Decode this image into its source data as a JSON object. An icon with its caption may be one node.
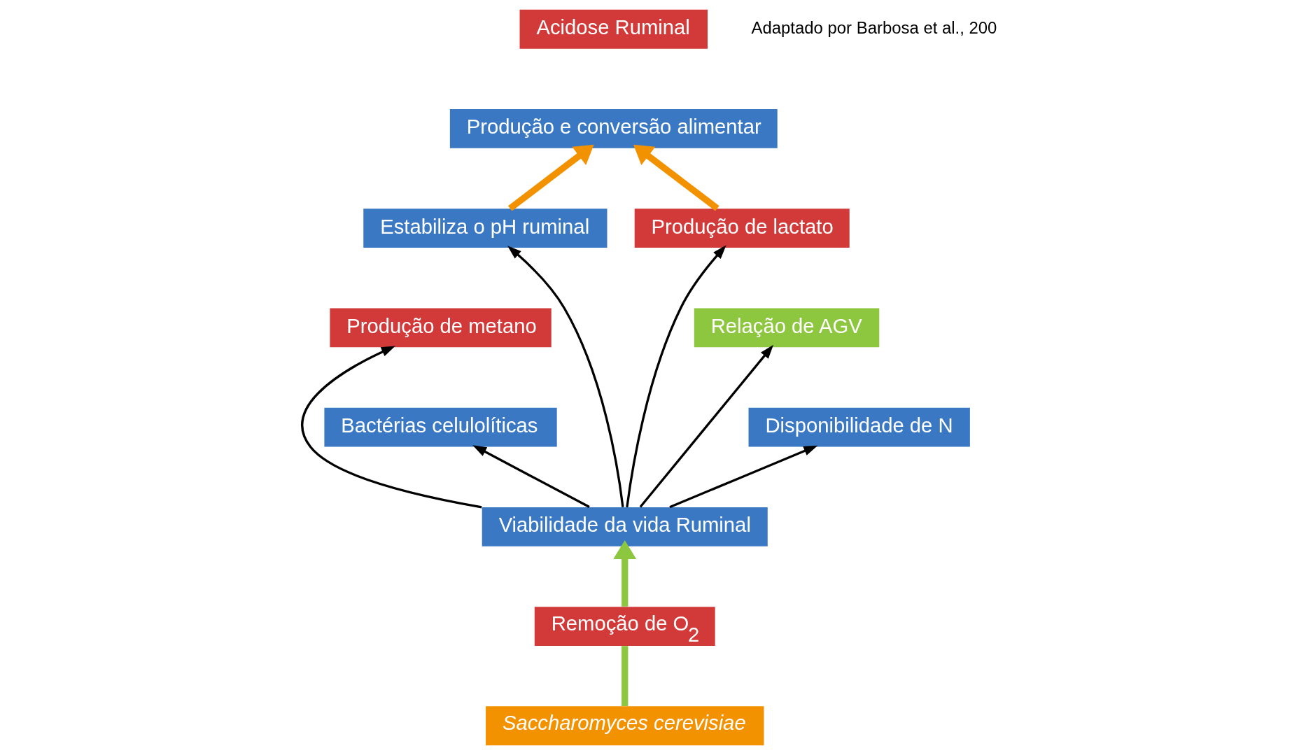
{
  "diagram": {
    "nodes": [
      {
        "text": [
          "Acidose Ruminal"
        ]
      },
      {
        "text": [
          "Produção e conversão alimentar"
        ]
      },
      {
        "text": [
          "Estabiliza o pH ruminal"
        ]
      },
      {
        "text": [
          "Produção de lactato"
        ]
      },
      {
        "text": [
          "Produção de metano"
        ]
      },
      {
        "text": [
          "Relação de AGV"
        ]
      },
      {
        "text": [
          "Bactérias celulolíticas"
        ]
      },
      {
        "text": [
          "Disponibilidade de N"
        ]
      },
      {
        "text": [
          "Viabilidade da vida Ruminal"
        ]
      },
      {
        "text": [
          "Remoção de O$_{2}$"
        ]
      },
      {
        "text": [
          "*Saccharomyces cerevisiae*"
        ]
      }
    ],
    "edges": [
      {
        "from": 2,
        "to": 1,
        "arrow": "to",
        "style": "thick",
        "color": "#f39200"
      },
      {
        "from": 3,
        "to": 1,
        "arrow": "to",
        "style": "thick",
        "color": "#f39200"
      },
      {
        "from": 8,
        "to": 2,
        "arrow": "to"
      },
      {
        "from": 8,
        "to": 4,
        "arrow": "to"
      },
      {
        "from": 8,
        "to": 6,
        "arrow": "to"
      },
      {
        "from": 8,
        "to": 3,
        "arrow": "to"
      },
      {
        "from": 8,
        "to": 5,
        "arrow": "to"
      },
      {
        "from": 8,
        "to": 7,
        "arrow": "to"
      },
      {
        "from": 10,
        "to": 9,
        "arrow": "none",
        "style": "thick",
        "color": "#8dc63f"
      },
      {
        "from": 9,
        "to": 8,
        "arrow": "to",
        "style": "thick",
        "color": "#8dc63f"
      }
    ],
    "labels": [
      "Adaptado por Barbosa et al., 200"
    ]
  }
}
